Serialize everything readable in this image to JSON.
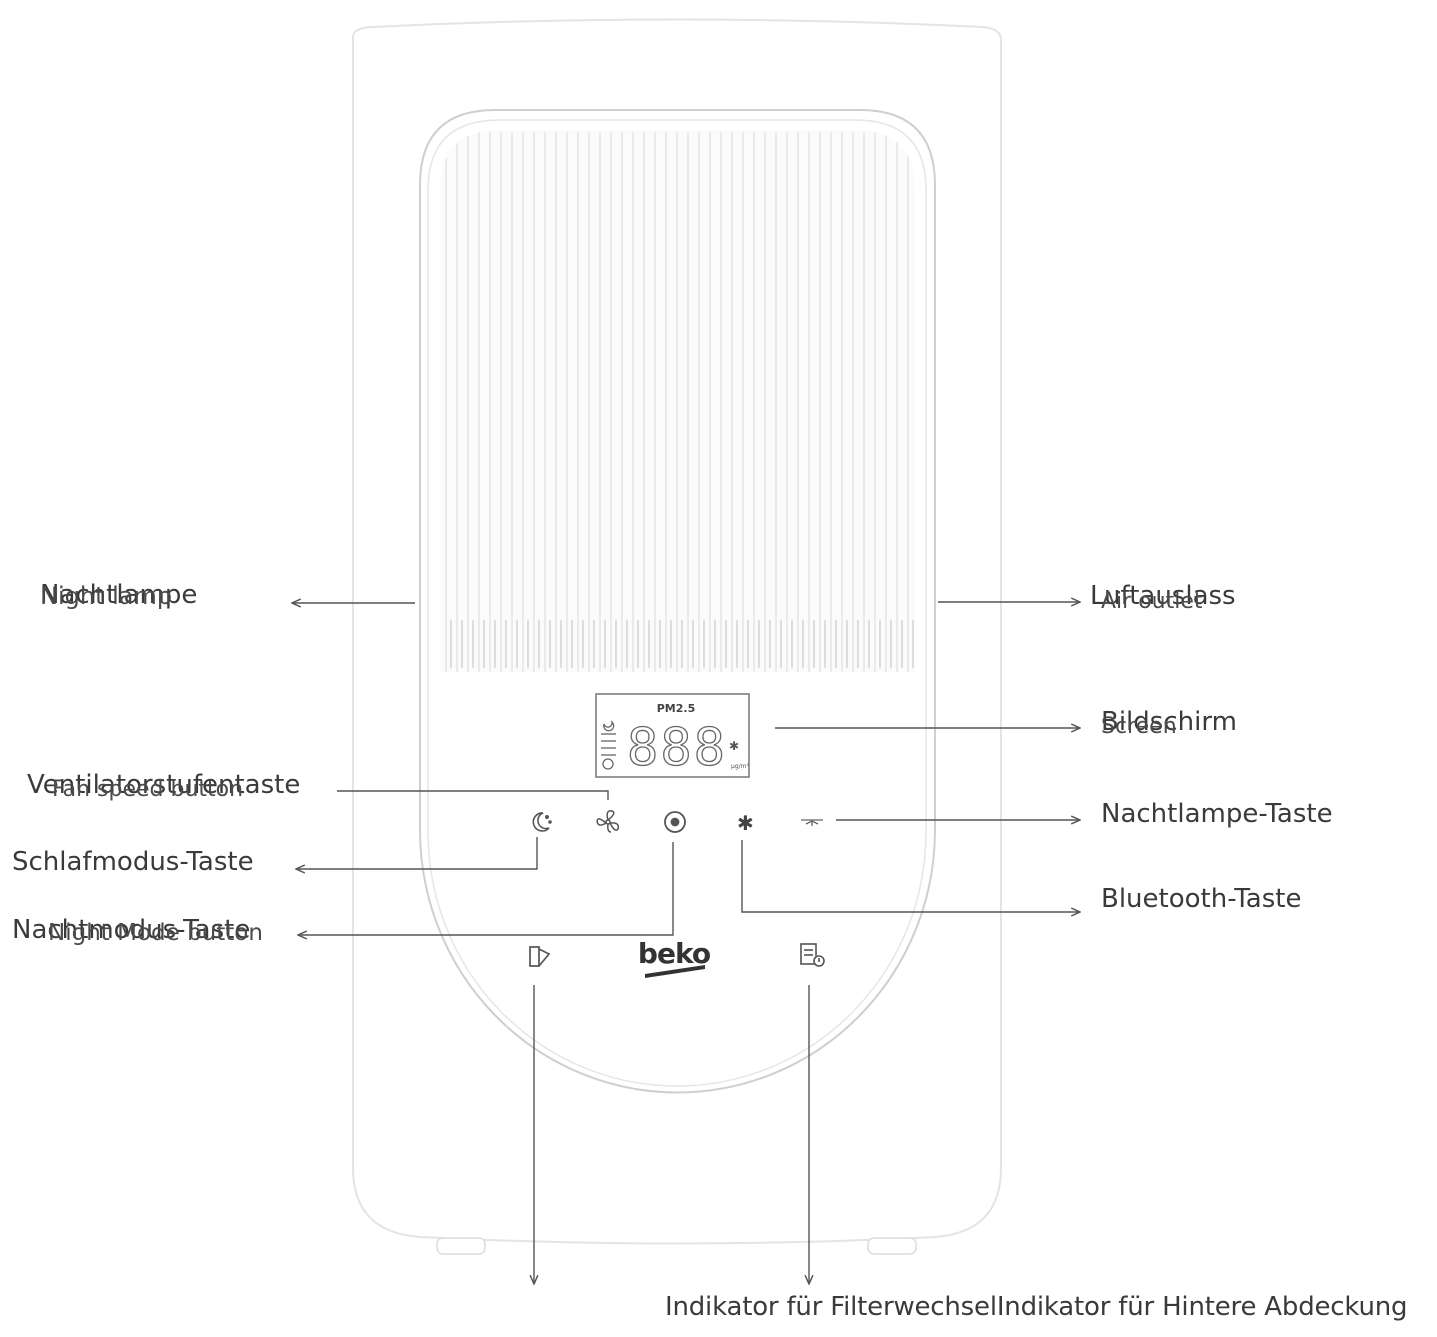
{
  "labels": {
    "night_lamp_de": "Nachtlampe",
    "night_lamp_en": "Night lamp",
    "air_outlet_de": "Luftauslass",
    "air_outlet_en": "Air outlet",
    "screen_de": "Bildschirm",
    "screen_en": "Screen",
    "fan_speed_de": "Ventilatorstufentaste",
    "fan_speed_en": "Fan speed button",
    "sleep_mode_de": "Schlafmodus-Taste",
    "night_lamp_button_de": "Nachtlampe-Taste",
    "bluetooth_button_de": "Bluetooth-Taste",
    "night_mode_de": "Nachtmodus-Taste",
    "night_mode_en": "Night Mode button",
    "bottom_line": "Indikator für FilterwechselIndikator für Hintere Abdeckung"
  },
  "device": {
    "brand": "beko",
    "display_top": "PM2.5",
    "display_digits": "888",
    "display_unit": "μg/m³"
  },
  "icons": [
    "sleep-mode-icon",
    "fan-icon",
    "night-mode-icon",
    "bluetooth-icon",
    "night-lamp-icon",
    "back-cover-indicator-icon",
    "filter-change-indicator-icon"
  ]
}
